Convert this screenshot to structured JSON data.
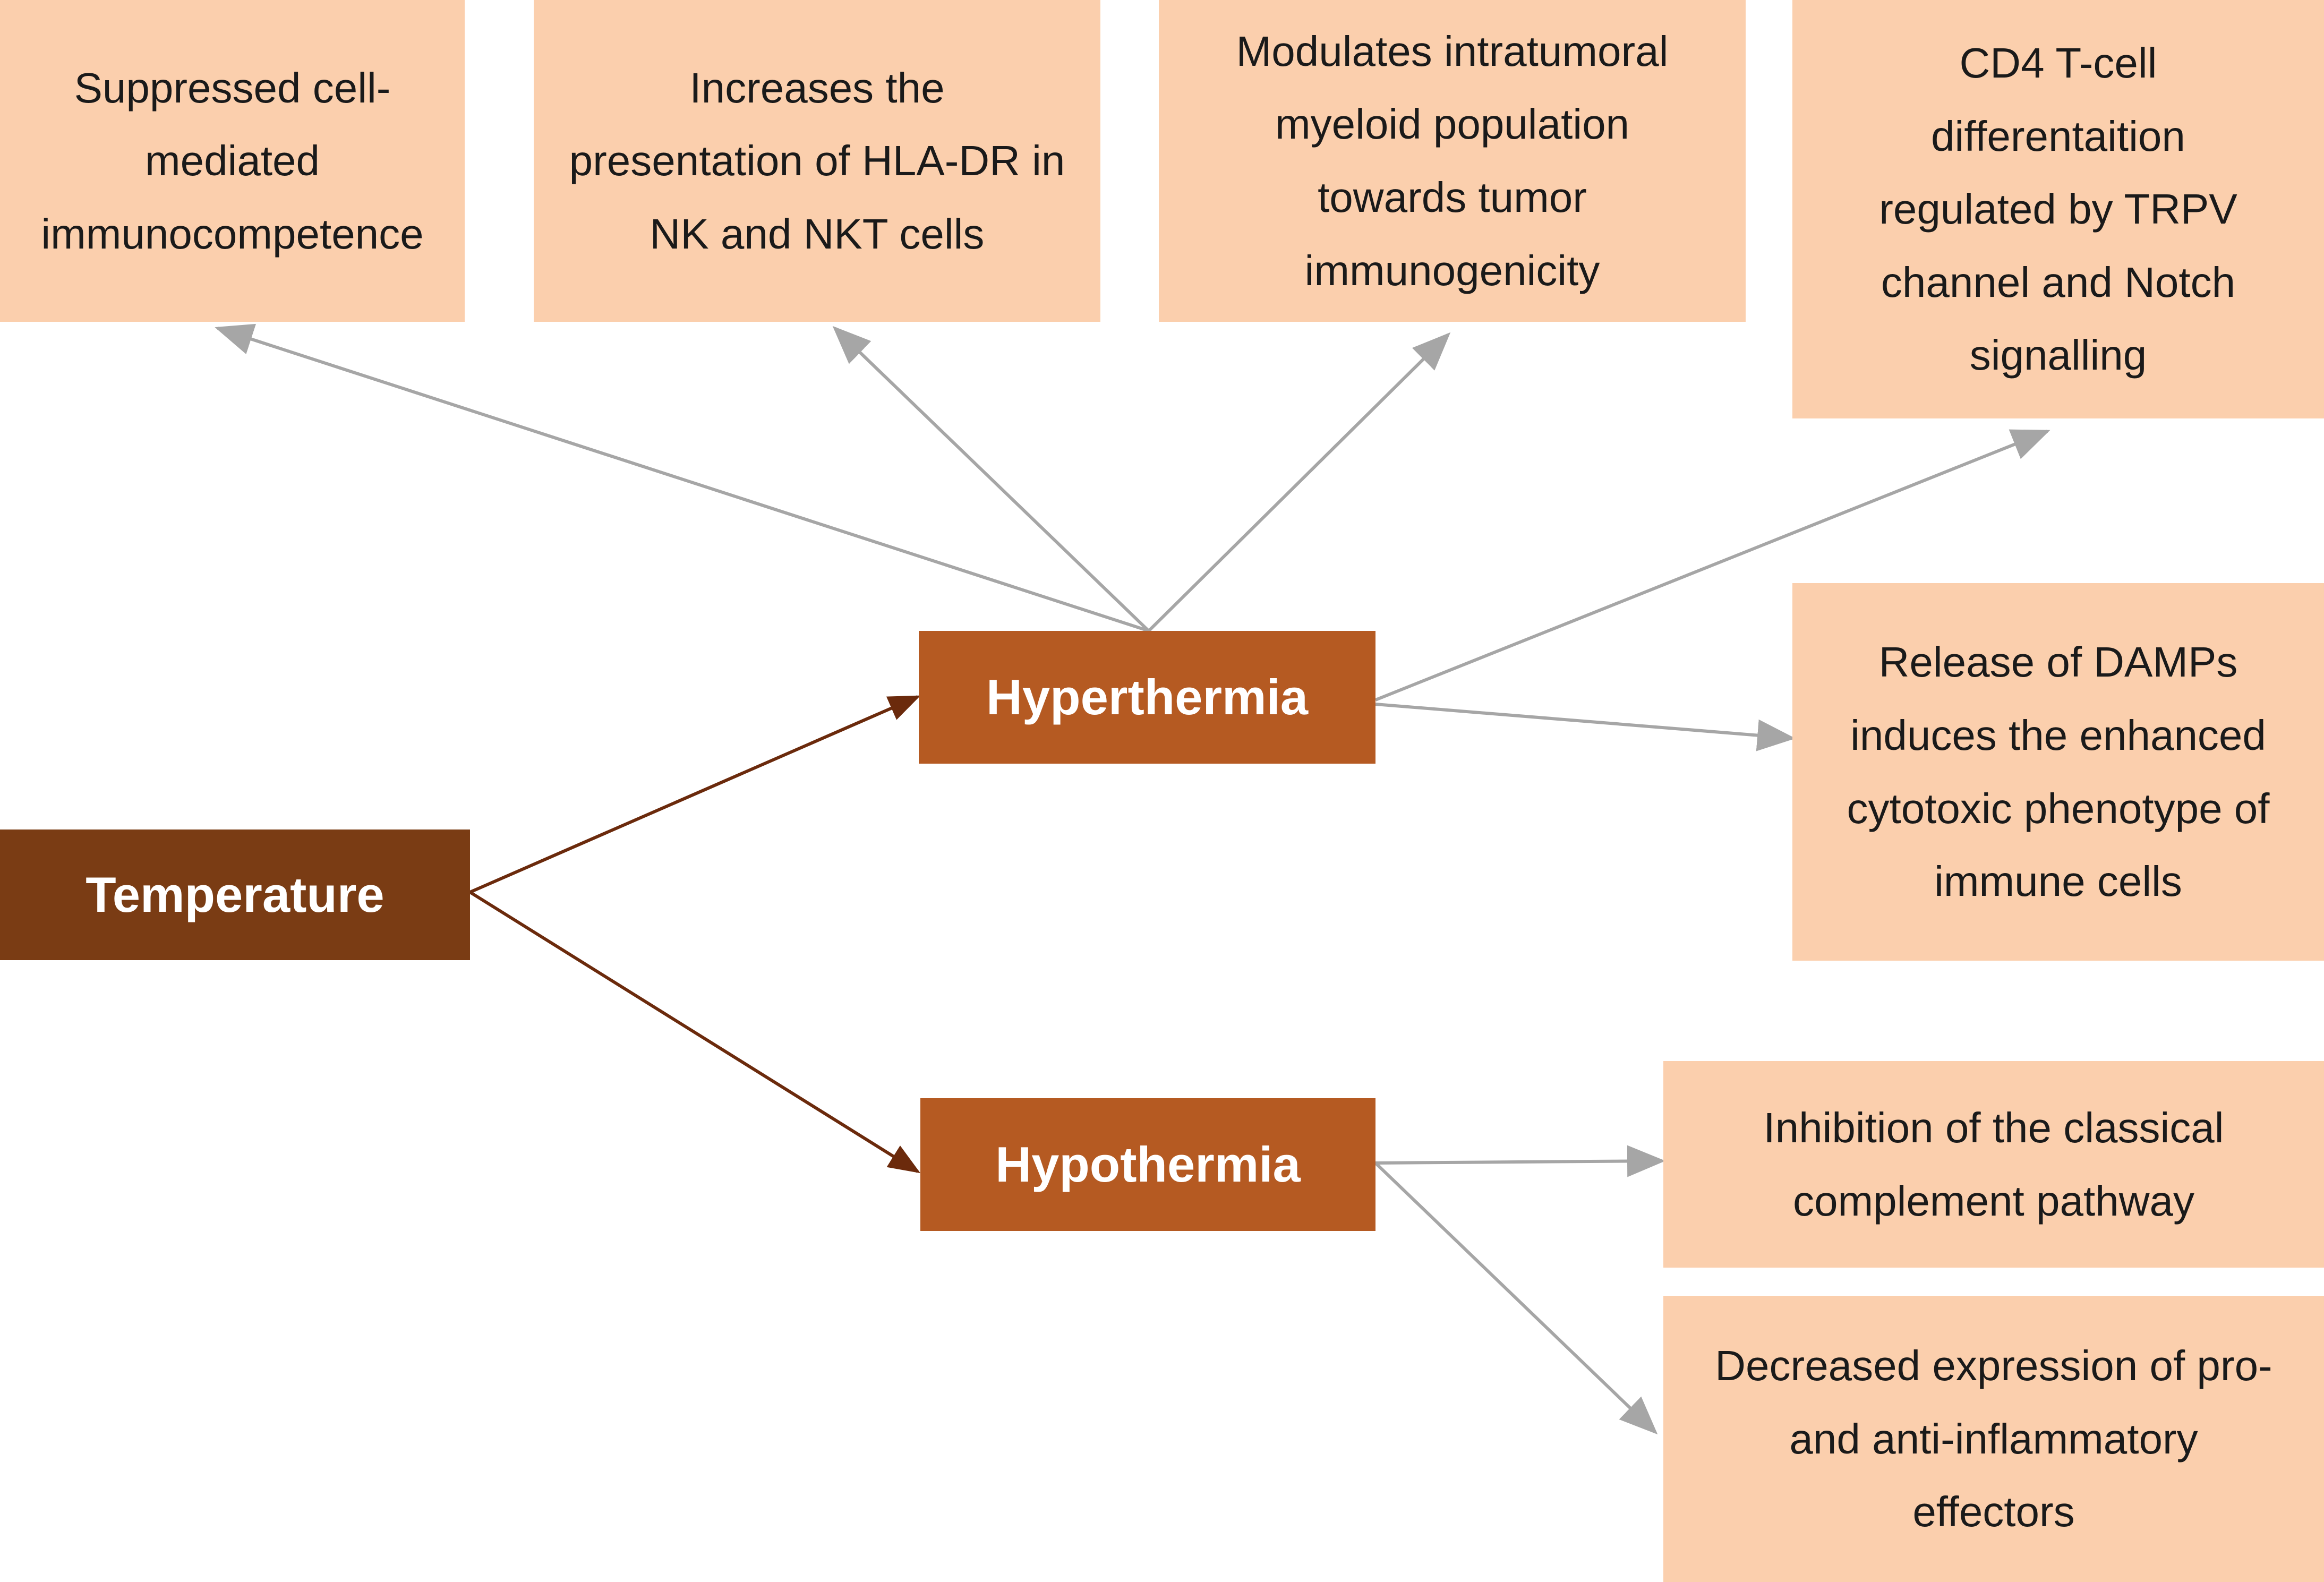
{
  "root": {
    "label": "Temperature"
  },
  "hyperthermia": {
    "label": "Hyperthermia",
    "effects": [
      {
        "text": "Suppressed cell-\nmediated\nimmunocompetence"
      },
      {
        "text": "Increases the\npresentation of HLA-DR in\nNK and NKT cells"
      },
      {
        "text": "Modulates intratumoral\nmyeloid population\ntowards tumor\nimmunogenicity"
      },
      {
        "text": "CD4 T-cell\ndifferentaition\nregulated by TRPV\nchannel and Notch\nsignalling"
      },
      {
        "text": "Release of DAMPs\ninduces the enhanced\ncytotoxic phenotype of\nimmune cells"
      }
    ]
  },
  "hypothermia": {
    "label": "Hypothermia",
    "effects": [
      {
        "text": "Inhibition of the classical\ncomplement pathway"
      },
      {
        "text": "Decreased expression of pro-\nand anti-inflammatory\neffectors"
      }
    ]
  },
  "colors": {
    "root_fill": "#7a3c14",
    "branch_fill": "#b55a22",
    "effect_fill": "#fbcfad",
    "primary_arrow": "#6b2a0c",
    "secondary_arrow": "#a6a6a6"
  }
}
